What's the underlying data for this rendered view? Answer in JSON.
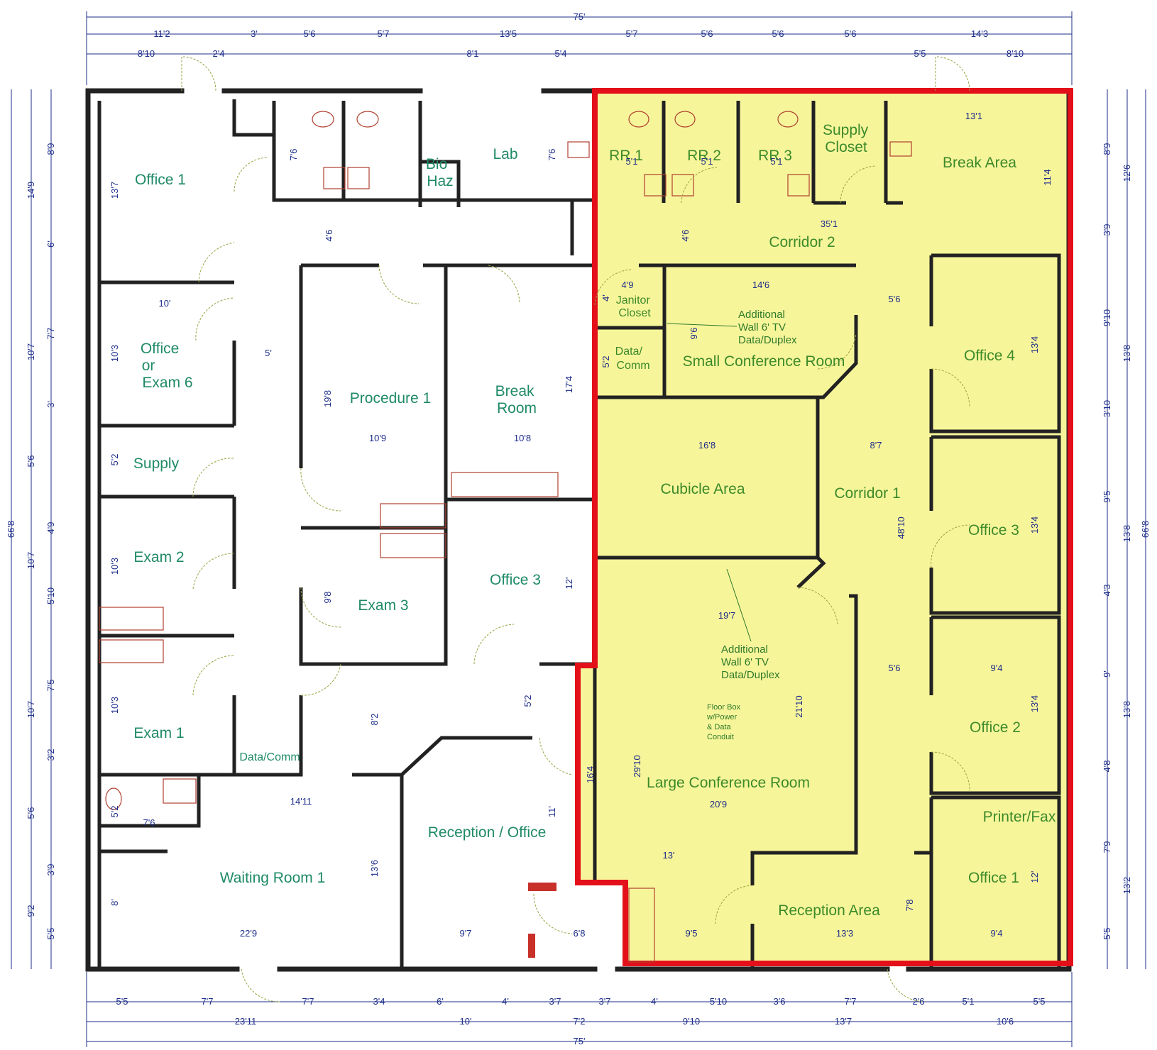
{
  "colors": {
    "highlight_fill": "#f7f59a",
    "highlight_border": "#e3101a",
    "dimension": "#1c2c8a",
    "room_label": "#1f8a68",
    "wall": "#222222"
  },
  "rooms_left": [
    {
      "id": "office-1-left",
      "lines": [
        "Office 1"
      ]
    },
    {
      "id": "office-exam-6",
      "lines": [
        "Office",
        "or",
        "Exam 6"
      ]
    },
    {
      "id": "supply",
      "lines": [
        "Supply"
      ]
    },
    {
      "id": "exam-2",
      "lines": [
        "Exam 2"
      ]
    },
    {
      "id": "exam-1",
      "lines": [
        "Exam 1"
      ]
    },
    {
      "id": "data-comm-left",
      "lines": [
        "Data/Comm"
      ]
    },
    {
      "id": "waiting-room-1",
      "lines": [
        "Waiting Room 1"
      ]
    },
    {
      "id": "bio-haz",
      "lines": [
        "Bio",
        "Haz"
      ]
    },
    {
      "id": "lab",
      "lines": [
        "Lab"
      ]
    },
    {
      "id": "procedure-1",
      "lines": [
        "Procedure 1"
      ]
    },
    {
      "id": "break-room",
      "lines": [
        "Break",
        "Room"
      ]
    },
    {
      "id": "exam-3",
      "lines": [
        "Exam 3"
      ]
    },
    {
      "id": "office-3-left",
      "lines": [
        "Office 3"
      ]
    },
    {
      "id": "reception-office",
      "lines": [
        "Reception / Office"
      ]
    }
  ],
  "rooms_right": [
    {
      "id": "rr-1",
      "lines": [
        "RR 1"
      ]
    },
    {
      "id": "rr-2",
      "lines": [
        "RR 2"
      ]
    },
    {
      "id": "rr-3",
      "lines": [
        "RR 3"
      ]
    },
    {
      "id": "supply-closet",
      "lines": [
        "Supply",
        "Closet"
      ]
    },
    {
      "id": "break-area",
      "lines": [
        "Break Area"
      ]
    },
    {
      "id": "corridor-2",
      "lines": [
        "Corridor 2"
      ]
    },
    {
      "id": "janitor-closet",
      "lines": [
        "Janitor",
        "Closet"
      ]
    },
    {
      "id": "data-comm-right",
      "lines": [
        "Data/",
        "Comm"
      ]
    },
    {
      "id": "small-conference-room",
      "lines": [
        "Small Conference Room"
      ]
    },
    {
      "id": "office-4",
      "lines": [
        "Office 4"
      ]
    },
    {
      "id": "cubicle-area",
      "lines": [
        "Cubicle Area"
      ]
    },
    {
      "id": "corridor-1",
      "lines": [
        "Corridor 1"
      ]
    },
    {
      "id": "office-3-right",
      "lines": [
        "Office 3"
      ]
    },
    {
      "id": "large-conference-room",
      "lines": [
        "Large Conference Room"
      ]
    },
    {
      "id": "office-2",
      "lines": [
        "Office 2"
      ]
    },
    {
      "id": "printer-fax",
      "lines": [
        "Printer/Fax"
      ]
    },
    {
      "id": "office-1-right",
      "lines": [
        "Office 1"
      ]
    },
    {
      "id": "reception-area",
      "lines": [
        "Reception Area"
      ]
    }
  ],
  "notes": [
    {
      "id": "tv-note-top",
      "lines": [
        "Additional",
        "Wall 6'  TV",
        "Data/Duplex"
      ]
    },
    {
      "id": "tv-note-bottom",
      "lines": [
        "Additional",
        "Wall 6'  TV",
        "Data/Duplex"
      ]
    },
    {
      "id": "floor-box",
      "lines": [
        "Floor Box",
        "w/Power",
        "& Data",
        "Conduit"
      ]
    }
  ],
  "dims_top_overall": "75'",
  "dims_top_row1": [
    "11'2",
    "3'",
    "5'6",
    "5'7",
    "13'5",
    "5'7",
    "5'6",
    "5'6",
    "5'6",
    "14'3"
  ],
  "dims_top_row2": [
    "8'10",
    "2'4",
    "8'1",
    "5'4",
    "5'5",
    "8'10"
  ],
  "dims_bottom_row1": [
    "5'5",
    "7'7",
    "7'7",
    "3'4",
    "6'",
    "4'",
    "3'7",
    "3'7",
    "4'",
    "5'10",
    "3'6",
    "7'7",
    "2'6",
    "5'1",
    "5'5"
  ],
  "dims_bottom_row2": [
    "23'11",
    "10'",
    "7'2",
    "9'10",
    "13'7",
    "10'6"
  ],
  "dims_bottom_overall": "75'",
  "dims_left_overall": "66'8",
  "dims_left_row1": [
    "14'9",
    "10'7",
    "5'6",
    "10'7",
    "10'7",
    "5'6",
    "9'2"
  ],
  "dims_left_row2": [
    "8'9",
    "6'",
    "7'7",
    "3'",
    "4'9",
    "5'10",
    "7'5",
    "3'2",
    "3'9",
    "5'5"
  ],
  "dims_right_overall": "66'8",
  "dims_right_row1": [
    "12'6",
    "13'8",
    "13'8",
    "13'8",
    "13'2"
  ],
  "dims_right_row2": [
    "8'9",
    "3'9",
    "9'10",
    "3'10",
    "9'5",
    "4'3",
    "9'",
    "4'8",
    "7'9",
    "5'5"
  ],
  "dims_interior": [
    "13'7",
    "7'6",
    "4'6",
    "7'6",
    "10'",
    "5'",
    "10'3",
    "5'2",
    "19'8",
    "10'9",
    "10'8",
    "17'4",
    "10'3",
    "9'8",
    "12'",
    "10'3",
    "8'2",
    "5'2",
    "14'11",
    "5'2",
    "7'6",
    "13'6",
    "11'",
    "8'",
    "22'9",
    "9'7",
    "6'8",
    "5'1",
    "5'1",
    "5'1",
    "13'1",
    "11'4",
    "35'1",
    "4'6",
    "4'9",
    "14'6",
    "4'",
    "5'6",
    "9'6",
    "5'2",
    "13'4",
    "16'8",
    "8'7",
    "48'10",
    "13'4",
    "19'7",
    "21'10",
    "5'6",
    "9'4",
    "13'4",
    "29'10",
    "16'4",
    "20'9",
    "13'",
    "7'8",
    "12'",
    "9'5",
    "13'3",
    "9'4"
  ]
}
